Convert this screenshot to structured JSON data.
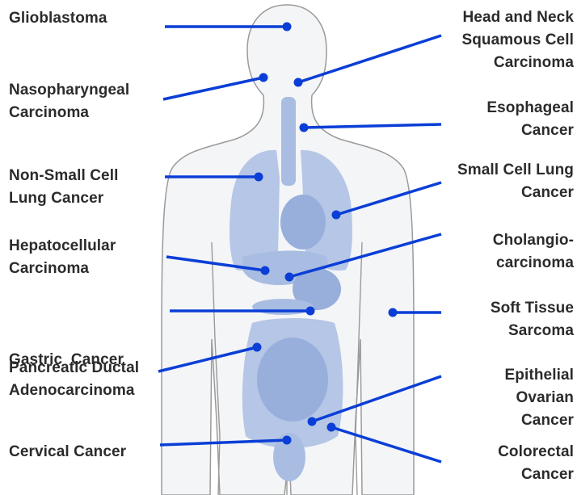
{
  "colors": {
    "line": "#0a3ed6",
    "dot": "#0a3ed6",
    "organ": "#b5c6e6",
    "organ_dark": "#98aedb",
    "outline": "#9a9a9a",
    "body_fill": "#f3f4f6"
  },
  "labels_left": [
    {
      "id": "glioblastoma",
      "lines": [
        "Glioblastoma"
      ]
    },
    {
      "id": "nasopharyngeal",
      "lines": [
        "Nasopharyngeal",
        "Carcinoma"
      ]
    },
    {
      "id": "nsclc",
      "lines": [
        "Non-Small Cell",
        "Lung Cancer"
      ]
    },
    {
      "id": "hepatocellular",
      "lines": [
        "Hepatocellular",
        "Carcinoma"
      ]
    },
    {
      "id": "gastric",
      "lines": [
        "Gastric  Cancer"
      ]
    },
    {
      "id": "pancreatic",
      "lines": [
        "Pancreatic Ductal",
        "Adenocarcinoma"
      ]
    },
    {
      "id": "cervical",
      "lines": [
        "Cervical Cancer"
      ]
    }
  ],
  "labels_right": [
    {
      "id": "hnscc",
      "lines": [
        "Head and Neck",
        "Squamous Cell",
        "Carcinoma"
      ]
    },
    {
      "id": "esophageal",
      "lines": [
        "Esophageal",
        "Cancer"
      ]
    },
    {
      "id": "sclc",
      "lines": [
        "Small Cell Lung",
        "Cancer"
      ]
    },
    {
      "id": "cholangio",
      "lines": [
        "Cholangio-",
        "carcinoma"
      ]
    },
    {
      "id": "sarcoma",
      "lines": [
        "Soft Tissue",
        "Sarcoma"
      ]
    },
    {
      "id": "ovarian",
      "lines": [
        "Epithelial",
        "Ovarian",
        "Cancer"
      ]
    },
    {
      "id": "colorectal",
      "lines": [
        "Colorectal",
        "Cancer"
      ]
    }
  ]
}
